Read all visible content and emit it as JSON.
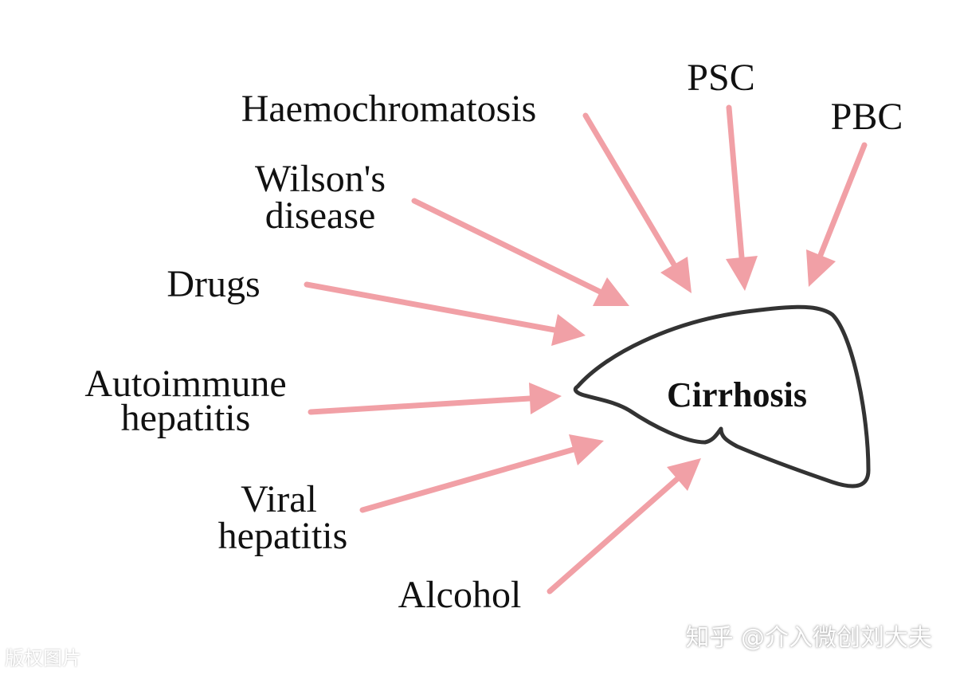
{
  "diagram": {
    "center": "Cirrhosis",
    "causes": {
      "haemochromatosis": "Haemochromatosis",
      "psc": "PSC",
      "pbc": "PBC",
      "wilsons_line1": "Wilson's",
      "wilsons_line2": "disease",
      "drugs": "Drugs",
      "autoimmune_line1": "Autoimmune",
      "autoimmune_line2": "hepatitis",
      "viral_line1": "Viral",
      "viral_line2": "hepatitis",
      "alcohol": "Alcohol"
    }
  },
  "watermarks": {
    "right": "知乎 @介入微创刘大夫",
    "left": "版权图片"
  },
  "colors": {
    "arrow": "#f1a0a6",
    "liver_outline": "#333333",
    "text": "#111111"
  }
}
